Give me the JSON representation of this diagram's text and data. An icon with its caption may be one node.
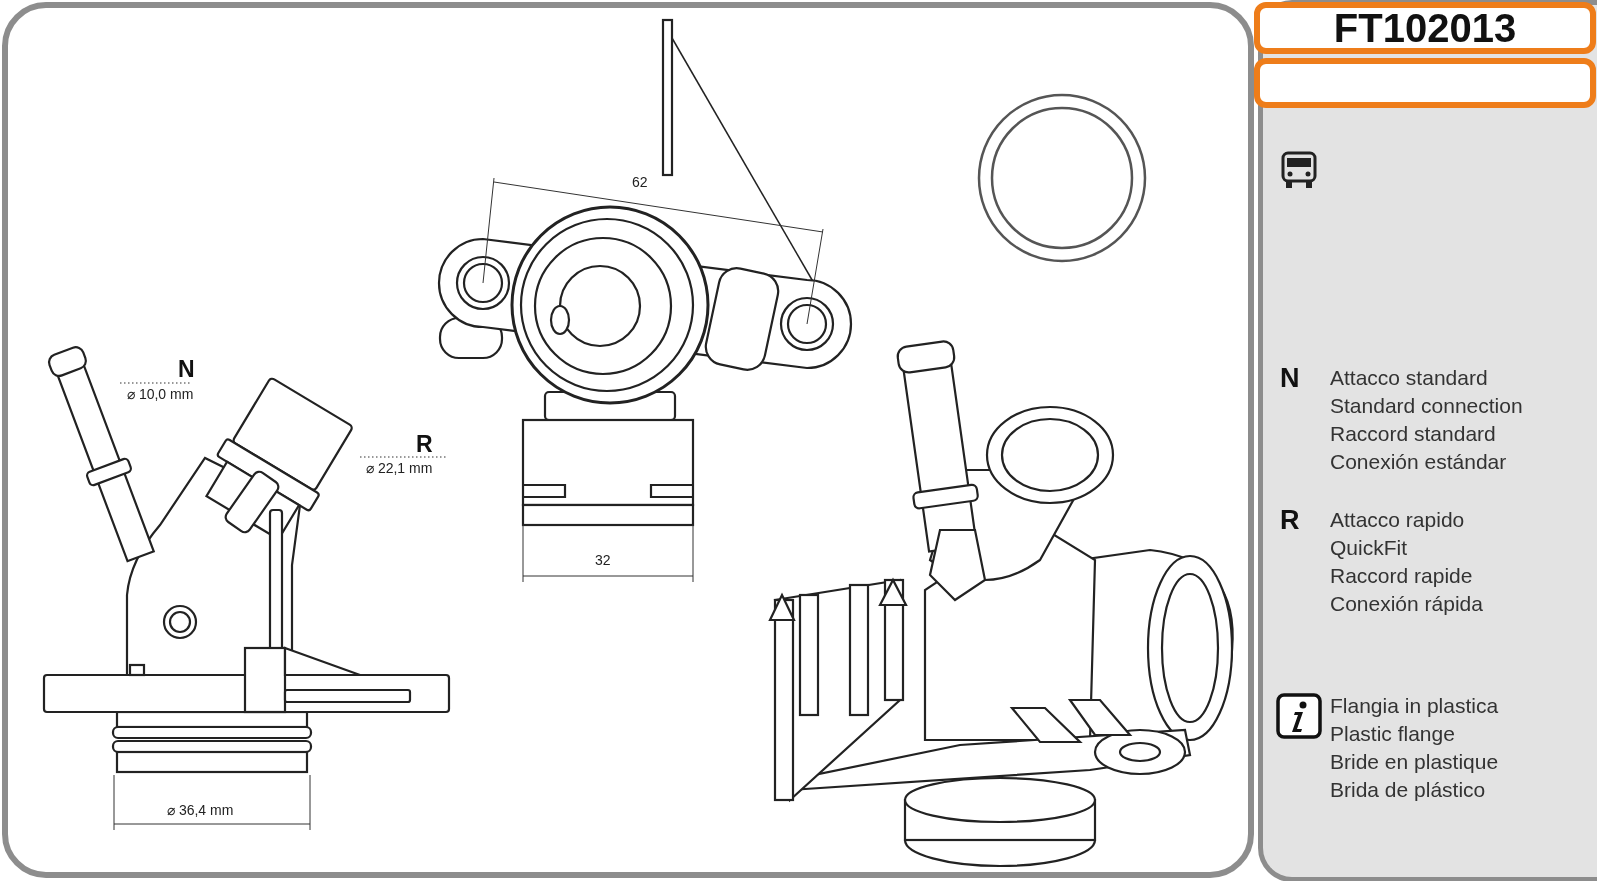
{
  "diagram": {
    "nodes": [
      {
        "text": [
          "FT102013"
        ]
      },
      {
        "text": [],
        "shape": "box"
      }
    ],
    "labels": [
      "62",
      "N",
      "⌀ 10,0 mm",
      "R",
      "⌀ 22,1 mm",
      "32",
      "⌀ 36,4 mm",
      "N",
      "Attacco standard",
      "Standard connection",
      "Raccord standard",
      "Conexión estándar",
      "R",
      "Attacco rapido",
      "QuickFit",
      "Raccord rapide",
      "Conexión rápida",
      "Flangia in plastica",
      "Plastic flange",
      "Bride en plastique",
      "Brida de plástico"
    ]
  }
}
